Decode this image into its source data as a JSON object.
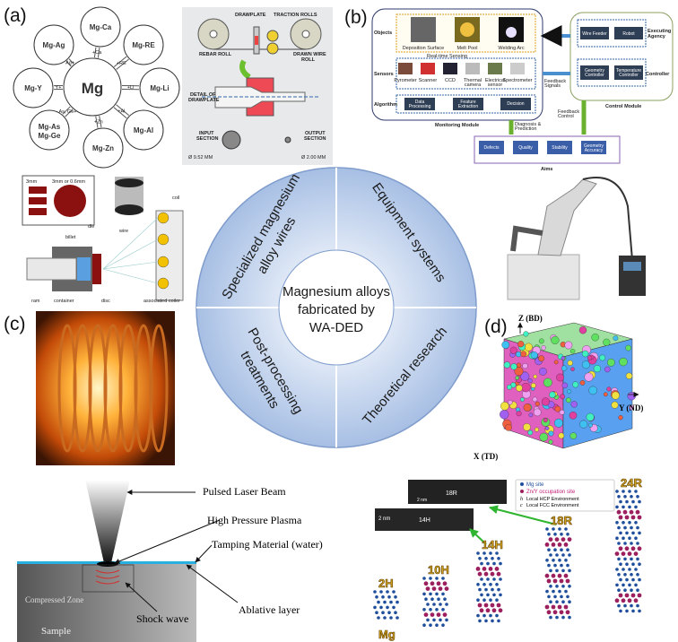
{
  "panel_labels": {
    "a": "(a)",
    "b": "(b)",
    "c": "(c)",
    "d": "(d)"
  },
  "center": {
    "lines": [
      "Magnesium alloys",
      "fabricated by",
      "WA-DED"
    ],
    "quadrants": {
      "top_left": [
        "Specialized magnesium",
        "alloy wires"
      ],
      "top_right": [
        "Equipment systems"
      ],
      "bottom_left": [
        "Post-processing",
        "treatments"
      ],
      "bottom_right": [
        "Theoretical research"
      ]
    }
  },
  "alloy_wheel": {
    "center": "Mg",
    "alloys": [
      "Mg-Ca",
      "Mg-RE",
      "Mg-Li",
      "Mg-Al",
      "Mg-Zn",
      "Mg-As\nMg-Ge",
      "Mg-Y",
      "Mg-Ag"
    ],
    "alloys_line1": [
      "Mg-Ca",
      "Mg-RE",
      "Mg-Li",
      "Mg-Al",
      "Mg-Zn",
      "Mg-As",
      "Mg-Y",
      "Mg-Ag"
    ],
    "alloys_line2": [
      "",
      "",
      "",
      "",
      "",
      "Mg-Ge",
      "",
      ""
    ],
    "arrows": [
      "+Ca",
      "+RE",
      "+Li",
      "+Al",
      "+Zn",
      "As, Ge+",
      "Y+",
      "Ag+"
    ]
  },
  "drawplate": {
    "drawplate": "DRAWPLATE",
    "traction_rolls": "TRACTION ROLLS",
    "rebar_roll": "REBAR ROLL",
    "drawn_wire_roll": [
      "DRAWN WIRE",
      "ROLL"
    ],
    "detail": [
      "DETAIL OF",
      "DRAWPLATE"
    ],
    "input_section": [
      "INPUT",
      "SECTION"
    ],
    "output_section": [
      "OUTPUT",
      "SECTION"
    ],
    "input_dia": "Ø 9.52 MM",
    "output_dia": "Ø 2.00 MM"
  },
  "monitoring": {
    "rows": [
      "Objects",
      "Sensors",
      "Algorithm"
    ],
    "objects": [
      "Deposition Surface",
      "Melt Pool",
      "Welding Arc"
    ],
    "realtime": "Real-time Sensing",
    "sensors": [
      "Pyrometer",
      "Scanner",
      "CCD",
      "Thermal\ncamera",
      "Electrical\nsensor",
      "Spectrometer"
    ],
    "algorithm": [
      "Data\nProcessing",
      "Feature\nExtraction",
      "Decision"
    ],
    "module": "Monitoring Module",
    "feedback_signals": "Feedback\nSignals",
    "diagnosis": "Diagnosis &\nPrediction"
  },
  "control": {
    "executing": [
      "Wire Feeder",
      "Robot"
    ],
    "executing_label": "Executing\nAgency",
    "controller": [
      "Geometry\nController",
      "Temperature\nController"
    ],
    "controller_label": "Controller",
    "module": "Control Module",
    "feedback_control": "Feedback\nControl"
  },
  "aims": {
    "items": [
      "Defects",
      "Quality",
      "Stability",
      "Geometry\nAccuracy"
    ],
    "label": "Aims"
  },
  "extrusion": {
    "die_dims": [
      "3mm",
      "3mm or 0.6mm"
    ],
    "labels": {
      "coil": "coil",
      "wire": "wire",
      "die": "die",
      "billet": "billet",
      "ram": "ram",
      "container": "container",
      "disc": "disc",
      "coiler": "associated coiler"
    }
  },
  "ebsd": {
    "z": "Z (BD)",
    "y": "Y (ND)",
    "x": "X (TD)"
  },
  "laser": {
    "pulsed": "Pulsed Laser Beam",
    "plasma": "High Pressure Plasma",
    "tamping": "Tamping Material (water)",
    "ablative": "Ablative layer",
    "shock": "Shock wave",
    "compressed": "Compressed Zone",
    "sample": "Sample"
  },
  "lpso": {
    "legend": [
      "Mg site",
      "Zn/Y occupation site",
      "Local HCP Environment",
      "Local FCC Environment"
    ],
    "legend_symbols": [
      "h",
      "c"
    ],
    "tem": [
      {
        "label": "18R",
        "scale": "2 nm"
      },
      {
        "label": "14H",
        "scale": "2 nm"
      }
    ],
    "structures": [
      "Mg",
      "2H",
      "10H",
      "14H",
      "18R",
      "24R"
    ],
    "colors": {
      "mg": "#1f4e9c",
      "zny": "#9c1f5e",
      "arrow": "#2fb52f"
    }
  },
  "colors": {
    "ring": "#b7cae9",
    "ring_edge": "#7f9ccc",
    "control_border": "#8aa060",
    "aims_border": "#8a63b5",
    "monitor_border": "#2d3a6b"
  }
}
